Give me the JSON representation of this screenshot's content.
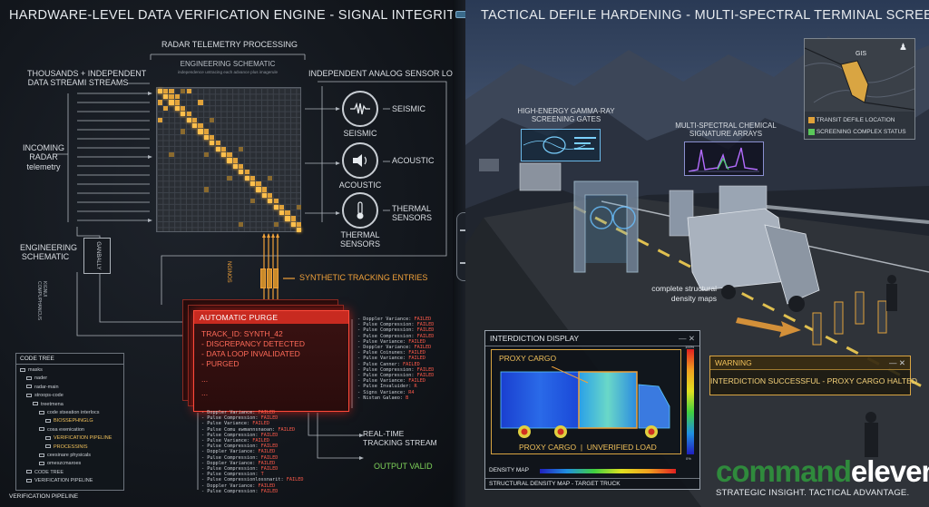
{
  "left_panel": {
    "title": "HARDWARE-LEVEL DATA VERIFICATION ENGINE - SIGNAL INTEGRITY LOOP",
    "radar_label": "RADAR TELEMETRY PROCESSING",
    "schematic_label": "ENGINEERING SCHEMATIC",
    "schematic_sub": "independence untracing each advance plus imagerule",
    "streams_label": [
      "THOUSANDS + INDEPENDENT",
      "DATA STREAMI STREAMS"
    ],
    "incoming_label": [
      "INCOMING",
      "RADAR",
      "telemetry"
    ],
    "left_schematic_label": [
      "ENGINEERING",
      "SCHEMATIC"
    ],
    "vertical_block_label": "GANBALLY",
    "kignus_label": [
      "KIGNUI",
      "COMPUPHANCUS"
    ],
    "sensor_loops_label": "INDEPENDENT ANALOG SENSOR LOOPS",
    "sensors": [
      {
        "icon": "seismic-wave-icon",
        "name": "SEISMIC",
        "right": "SEISMIC"
      },
      {
        "icon": "speaker-icon",
        "name": "ACOUSTIC",
        "right": "ACOUSTIC"
      },
      {
        "icon": "thermometer-icon",
        "name": "THERMAL SENSORS",
        "right": "THERMAL SENSORS"
      }
    ],
    "nginos_label": "NGINOS",
    "synthetic_label": "SYNTHETIC TRACKING ENTRIES",
    "purge": {
      "header": "AUTOMATIC PURGE",
      "lines": [
        "TRACK_ID: SYNTH_42",
        " - DISCREPANCY DETECTED",
        " - DATA LOOP INVALIDATED",
        " - PURGED",
        "...",
        "..."
      ]
    },
    "fail_list_right": [
      {
        "k": "Doppler Variance:",
        "v": "FAILED"
      },
      {
        "k": "Pulse Compression:",
        "v": "FAILED"
      },
      {
        "k": "Pulse Compression:",
        "v": "FAILED"
      },
      {
        "k": "Pulse Compression:",
        "v": "FAILED"
      },
      {
        "k": "Pulse Variance:",
        "v": "FAILED"
      },
      {
        "k": "Doppler Variance:",
        "v": "FAILED"
      },
      {
        "k": "Pulse Coinunes:",
        "v": "FAILED"
      },
      {
        "k": "Pulse Variance:",
        "v": "FAILED"
      },
      {
        "k": "Pulse Canner:",
        "v": "FAILED"
      },
      {
        "k": "Pulse Compression:",
        "v": "FAILED"
      },
      {
        "k": "Pulse Compression:",
        "v": "FAILED"
      },
      {
        "k": "Pulse Variance:",
        "v": "FAILED"
      },
      {
        "k": "Pulse Invaluider:",
        "v": "R"
      },
      {
        "k": "Signs Variance:",
        "v": "R4"
      },
      {
        "k": "Nistan Galaeo:",
        "v": "B"
      }
    ],
    "fail_list_bottom": [
      {
        "k": "Doppler Variance:",
        "v": "FAILED"
      },
      {
        "k": "Pulse Compression:",
        "v": "FAILED"
      },
      {
        "k": "Pulse Variance:",
        "v": "FAILED"
      },
      {
        "k": "Pulse Comu ewmannsnaoan:",
        "v": "FAILED"
      },
      {
        "k": "Pulse Compression:",
        "v": "FAILED"
      },
      {
        "k": "Pulse Variance:",
        "v": "FAILED"
      },
      {
        "k": "Pulse Compression:",
        "v": "FAILED"
      },
      {
        "k": "Doppler Variance:",
        "v": "FAILED"
      },
      {
        "k": "Pulse Compression:",
        "v": "FAILED"
      },
      {
        "k": "Doppler Variance:",
        "v": "FAILED"
      },
      {
        "k": "Pulse Compression:",
        "v": "FAILED"
      },
      {
        "k": "Pulse Compression:",
        "v": "T"
      },
      {
        "k": "Pulse Compressionlossnarit:",
        "v": "FAILED"
      },
      {
        "k": "Doppler Variance:",
        "v": "FAILED"
      },
      {
        "k": "Pulse Compression:",
        "v": "FAILED"
      }
    ],
    "realtime_label": [
      "REAL-TIME",
      "TRACKING STREAM"
    ],
    "output_label": "OUTPUT VALID",
    "code_tree": {
      "header": "CODE TREE",
      "rows": [
        {
          "indent": 0,
          "text": "masks",
          "hl": false
        },
        {
          "indent": 1,
          "text": "nader",
          "hl": false
        },
        {
          "indent": 1,
          "text": "radar-main",
          "hl": false
        },
        {
          "indent": 1,
          "text": "stroops-code",
          "hl": false
        },
        {
          "indent": 2,
          "text": "treetmena",
          "hl": false
        },
        {
          "indent": 3,
          "text": "code stseation interlocs",
          "hl": false
        },
        {
          "indent": 4,
          "text": "BIOSSEPHNGLG",
          "hl": true
        },
        {
          "indent": 3,
          "text": "cosa exenication",
          "hl": false
        },
        {
          "indent": 4,
          "text": "VERIFICATION PIPELINE",
          "hl": true
        },
        {
          "indent": 4,
          "text": "PROCESSINIS",
          "hl": true
        },
        {
          "indent": 3,
          "text": "ceesinare physicals",
          "hl": false
        },
        {
          "indent": 3,
          "text": "omeszcmaroes",
          "hl": false
        },
        {
          "indent": 1,
          "text": "CODE TREE",
          "hl": false
        },
        {
          "indent": 1,
          "text": "VERIFICATION PIPELINE",
          "hl": false
        }
      ],
      "footer": "VERIFICATION PIPELINE"
    }
  },
  "right_panel": {
    "title": "TACTICAL DEFILE HARDENING - MULTI-SPECTRAL TERMINAL SCREENING",
    "gamma_label": [
      "HIGH-ENERGY GAMMA-RAY",
      "SCREENING GATES"
    ],
    "chemical_label": [
      "MULTI-SPECTRAL CHEMICAL",
      "SIGNATURE ARRAYS"
    ],
    "gis": {
      "title": "GIS",
      "legend": [
        {
          "text": "TRANSIT DEFILE LOCATION",
          "color": "#e0a23a"
        },
        {
          "text": "SCREENING COMPLEX STATUS",
          "color": "#5ac85a"
        }
      ]
    },
    "density_label": [
      "complete structural",
      "density maps"
    ],
    "interdiction": {
      "header": "INTERDICTION DISPLAY",
      "proxy_top": "PROXY CARGO",
      "proxy_bottom": "PROXY CARGO  |  UNVERIFIED LOAD",
      "density_map_label": "DENSITY MAP",
      "footer": "STRUCTURAL DENSITY MAP - TARGET TRUCK",
      "scale_top": "100%",
      "scale_bottom": "0%"
    },
    "warning": {
      "header": "WARNING",
      "message": "INTERDICTION SUCCESSFUL - PROXY CARGO HALTED"
    }
  },
  "brand": {
    "part1": "command",
    "part2": "eleven",
    "tagline": "STRATEGIC INSIGHT. TACTICAL ADVANTAGE.",
    "green": "#2f8a3c"
  },
  "colors": {
    "accent_orange": "#f0a13a",
    "alert_red": "#ff4a3a",
    "ok_green": "#7fd35a"
  }
}
